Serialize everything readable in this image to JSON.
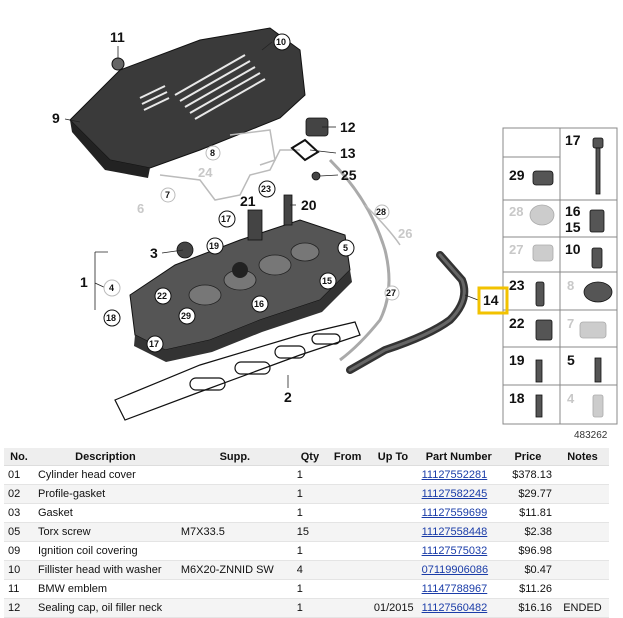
{
  "diagram": {
    "id": "483262",
    "callouts": [
      "11",
      "10",
      "9",
      "12",
      "13",
      "25",
      "24",
      "8",
      "6",
      "7",
      "21",
      "23",
      "20",
      "17",
      "19",
      "3",
      "5",
      "1",
      "22",
      "4",
      "18",
      "16",
      "15",
      "29",
      "26",
      "27",
      "28",
      "14",
      "2"
    ],
    "side_panel": [
      "17",
      "29",
      "28",
      "16",
      "15",
      "27",
      "10",
      "23",
      "8",
      "22",
      "7",
      "19",
      "5",
      "18",
      "4"
    ],
    "highlighted": "14",
    "colors": {
      "part": "#3a3a3a",
      "highlight": "#f2c200",
      "line": "#222222",
      "ghost": "#c8c8c8"
    }
  },
  "table": {
    "headers": [
      "No.",
      "Description",
      "Supp.",
      "Qty",
      "From",
      "Up To",
      "Part Number",
      "Price",
      "Notes"
    ],
    "rows": [
      {
        "no": "01",
        "desc": "Cylinder head cover",
        "supp": "",
        "qty": "1",
        "from": "",
        "upto": "",
        "pn": "11127552281",
        "price": "$378.13",
        "notes": ""
      },
      {
        "no": "02",
        "desc": "Profile-gasket",
        "supp": "",
        "qty": "1",
        "from": "",
        "upto": "",
        "pn": "11127582245",
        "price": "$29.77",
        "notes": ""
      },
      {
        "no": "03",
        "desc": "Gasket",
        "supp": "",
        "qty": "1",
        "from": "",
        "upto": "",
        "pn": "11127559699",
        "price": "$11.81",
        "notes": ""
      },
      {
        "no": "05",
        "desc": "Torx screw",
        "supp": "M7X33.5",
        "qty": "15",
        "from": "",
        "upto": "",
        "pn": "11127558448",
        "price": "$2.38",
        "notes": ""
      },
      {
        "no": "09",
        "desc": "Ignition coil covering",
        "supp": "",
        "qty": "1",
        "from": "",
        "upto": "",
        "pn": "11127575032",
        "price": "$96.98",
        "notes": ""
      },
      {
        "no": "10",
        "desc": "Fillister head with washer",
        "supp": "M6X20-ZNNID SW",
        "qty": "4",
        "from": "",
        "upto": "",
        "pn": "07119906086",
        "price": "$0.47",
        "notes": ""
      },
      {
        "no": "11",
        "desc": "BMW emblem",
        "supp": "",
        "qty": "1",
        "from": "",
        "upto": "",
        "pn": "11147788967",
        "price": "$11.26",
        "notes": ""
      },
      {
        "no": "12",
        "desc": "Sealing cap, oil filler neck",
        "supp": "",
        "qty": "1",
        "from": "",
        "upto": "01/2015",
        "pn": "11127560482",
        "price": "$16.16",
        "notes": "ENDED"
      }
    ]
  }
}
